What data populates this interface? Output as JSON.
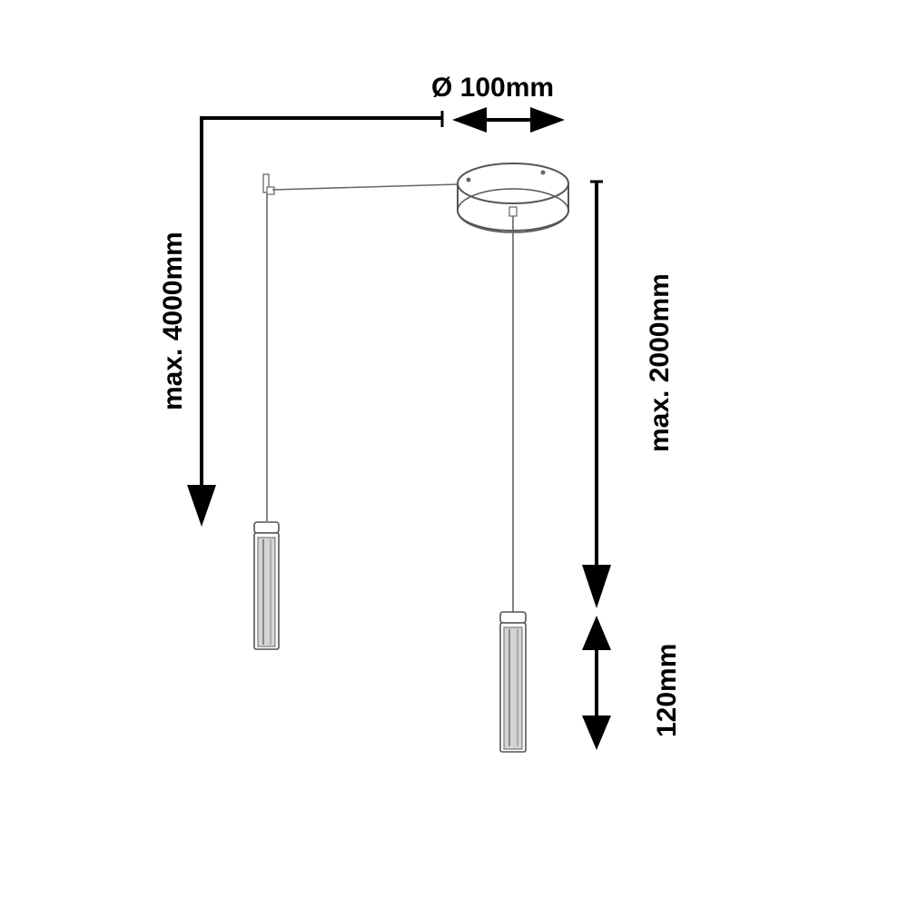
{
  "dimensions": {
    "diameter_label": "Ø 100mm",
    "max_cable_length_label": "max. 4000mm",
    "max_height_label": "max. 2000mm",
    "shade_height_label": "120mm"
  },
  "colors": {
    "dimension_line": "#000000",
    "fixture_outline": "#555555",
    "shade_inner": "#8a8a8a",
    "cable": "#666666"
  }
}
